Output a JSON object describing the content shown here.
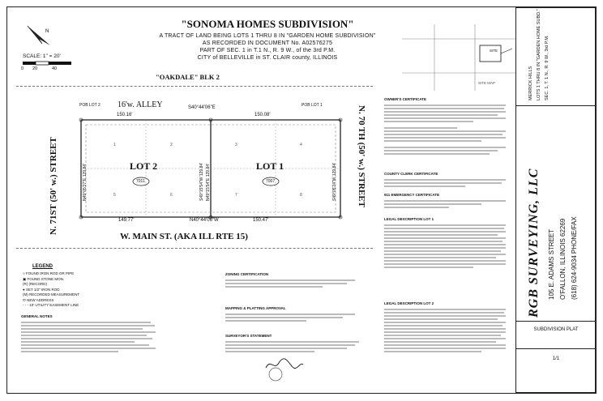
{
  "header": {
    "title": "\"SONOMA HOMES SUBDIVISION\"",
    "lines": [
      "A TRACT OF LAND BEING LOTS 1 THRU 8 IN \"GARDEN HOME SUBDIVISION\"",
      "AS RECORDED IN DOCUMENT No. A02576275",
      "PART OF SEC. 1 in T.1 N., R. 9 W., of the 3rd P.M.",
      "CITY of BELLEVILLE in ST. CLAIR county, ILLINOIS"
    ]
  },
  "scale": {
    "label": "SCALE: 1\" = 20'",
    "ticks": [
      "0",
      "20",
      "40"
    ]
  },
  "plat": {
    "oakdale": "\"OAKDALE\" BLK 2",
    "alley": "16'w. ALLEY",
    "pob_lot2": "POB LOT 2",
    "pob_lot1": "POB LOT 1",
    "top_bearing": "S40°44'06\"E",
    "top_dist_left": "150.16'",
    "top_dist_right": "150.08'",
    "bottom_bearing": "N40°44'06\"W",
    "bottom_dist_left": "149.77'",
    "bottom_dist_right": "150.47'",
    "left_street": "N. 71ST (50' w.) STREET",
    "right_street": "N. 70 TH (50' w.) STREET",
    "main_street": "W. MAIN ST. (AKA ILL RTE 15)",
    "lot2": "LOT 2",
    "lot1": "LOT 1",
    "addr_lot2": "7011",
    "addr_lot1": "7007",
    "left_bearing": "N49°05'27\"E 129.84'",
    "mid_bearing_a": "S49°15'54\"W 129.84'",
    "mid_bearing_b": "N49°15'54\"E 129.84'",
    "right_bearing": "S49°05'24\"W 129.84'",
    "sub_lots": [
      "1",
      "2",
      "3",
      "4",
      "5",
      "6",
      "7",
      "8"
    ]
  },
  "vicinity": {
    "site_label": "SITE",
    "map_label": "SITE MAP"
  },
  "legend": {
    "title": "LEGEND",
    "items": [
      "FOUND IRON ROD OR PIPE",
      "FOUND STONE MON.",
      "(R)   (RECORD)",
      "SET 1/2\" IRON ROD",
      "(M)   RECORDED MEASUREMENT",
      "NEW ADDRESS",
      "10' UTILITY EASEMENT LINE"
    ]
  },
  "general_notes": {
    "title": "GENERAL NOTES"
  },
  "certificates": {
    "owners": "OWNER'S CERTIFICATE",
    "county_clerk": "COUNTY CLERK CERTIFICATE",
    "emergency": "911 EMERGENCY CERTIFICATE",
    "zoning": "ZONING CERTIFICATION",
    "mapping": "MAPPING & PLATTING APPROVAL",
    "surveyor": "SURVEYOR'S STATEMENT"
  },
  "legal": {
    "lot1_title": "LEGAL DESCRIPTION LOT 1",
    "lot2_title": "LEGAL DESCRIPTION LOT 2"
  },
  "title_block": {
    "company": "RGB SURVEYING, LLC",
    "address1": "105 E. ADAMS STREET",
    "address2": "O'FALLON, ILLINOIS 62269",
    "phone": "(618) 624-9034 PHONE/FAX",
    "project_lines": [
      "MERRICK HILLS",
      "LOTS 1 THRU 8 IN \"GARDEN HOME SUBD.\"",
      "SEC. 1, T. 1 N., R. 9 W., 3rd P.M."
    ],
    "sheet_title": "SUBDIVISION PLAT",
    "sheet_no": "1/1"
  }
}
